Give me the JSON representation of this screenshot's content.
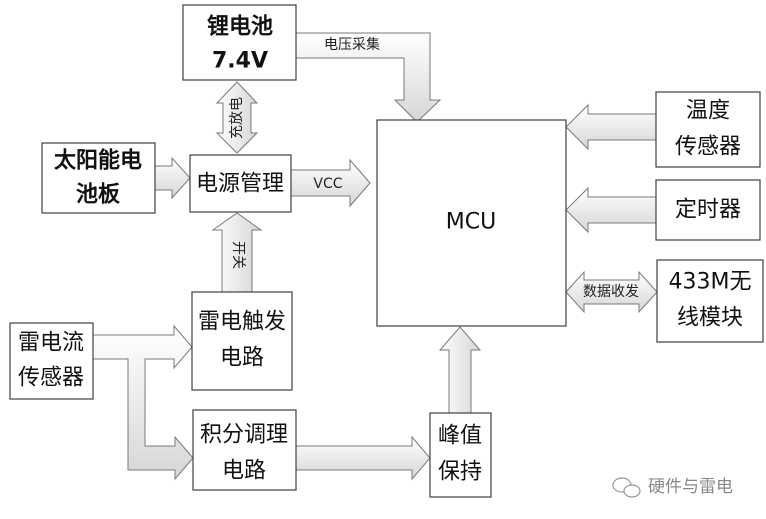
{
  "blocks": {
    "battery": [
      "锂电池",
      "7.4V"
    ],
    "solar": [
      "太阳能电",
      "池板"
    ],
    "power": "电源管理",
    "mcu": "MCU",
    "temp": [
      "温度",
      "传感器"
    ],
    "timer": "定时器",
    "wireless": [
      "433M无",
      "线模块"
    ],
    "trigger": [
      "雷电触发",
      "电路"
    ],
    "sensor": [
      "雷电流",
      "传感器"
    ],
    "integrator": [
      "积分调理",
      "电路"
    ],
    "peak": [
      "峰值",
      "保持"
    ]
  },
  "arrows": {
    "voltage": "电压采集",
    "charge": "充放电",
    "vcc": "VCC",
    "switch": "开关",
    "data": "数据收发"
  },
  "watermark": "硬件与雷电",
  "colors": {
    "border": "#404040",
    "arrow_fill": "#e8e8e8"
  }
}
